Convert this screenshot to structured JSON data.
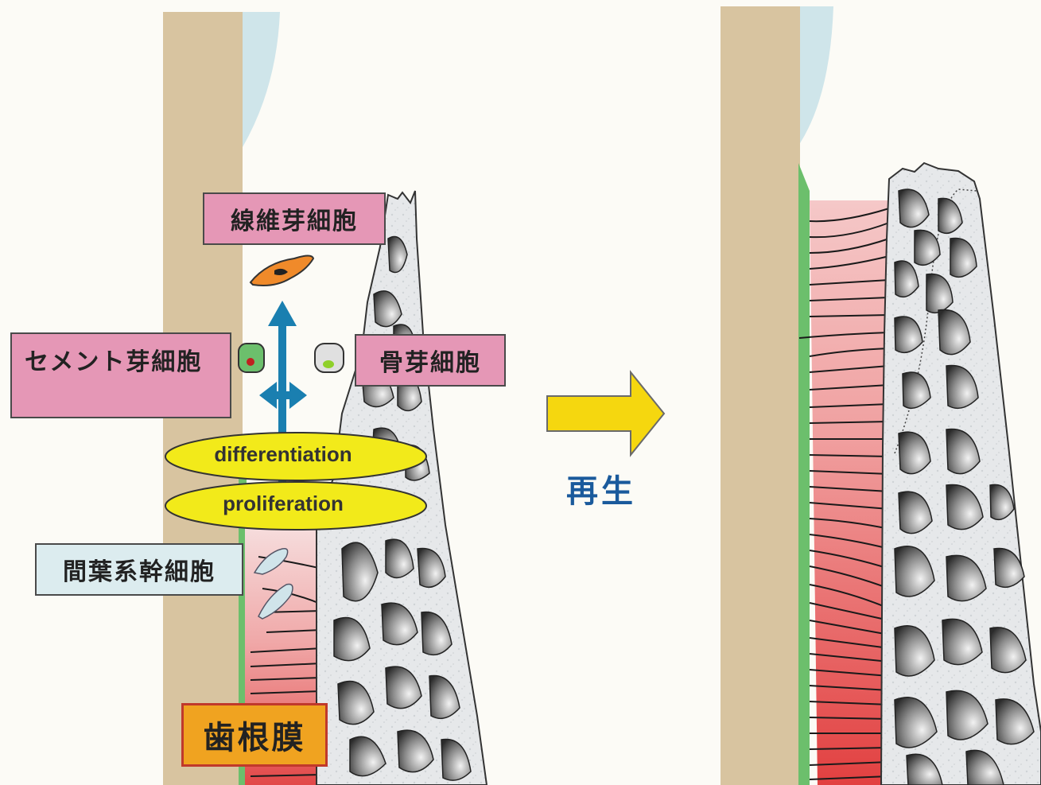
{
  "labels": {
    "fibroblast": "線維芽細胞",
    "cementoblast": "セメント芽細胞",
    "osteoblast": "骨芽細胞",
    "mesenchymal_stem_cell": "間葉系幹細胞",
    "periodontal_ligament": "歯根膜",
    "differentiation": "differentiation",
    "proliferation": "proliferation",
    "regeneration": "再生"
  },
  "colors": {
    "tooth_root": "#d8c4a0",
    "enamel_blue": "#cfe5ea",
    "ligament_pink": "#f0b8b8",
    "ligament_red": "#e45a5a",
    "cementum_green": "#6cbf6c",
    "label_pink": "#e597b6",
    "label_blue": "#dcecef",
    "ellipse_yellow": "#f2ea1a",
    "arrow_yellow": "#f5d70f",
    "cell_arrow_blue": "#1a7fb0",
    "regen_text": "#1a5a9c",
    "pdl_label_orange": "#f0a320"
  },
  "icons": {
    "main_arrow": "right-arrow-icon",
    "cell_arrow": "cross-arrow-icon"
  }
}
